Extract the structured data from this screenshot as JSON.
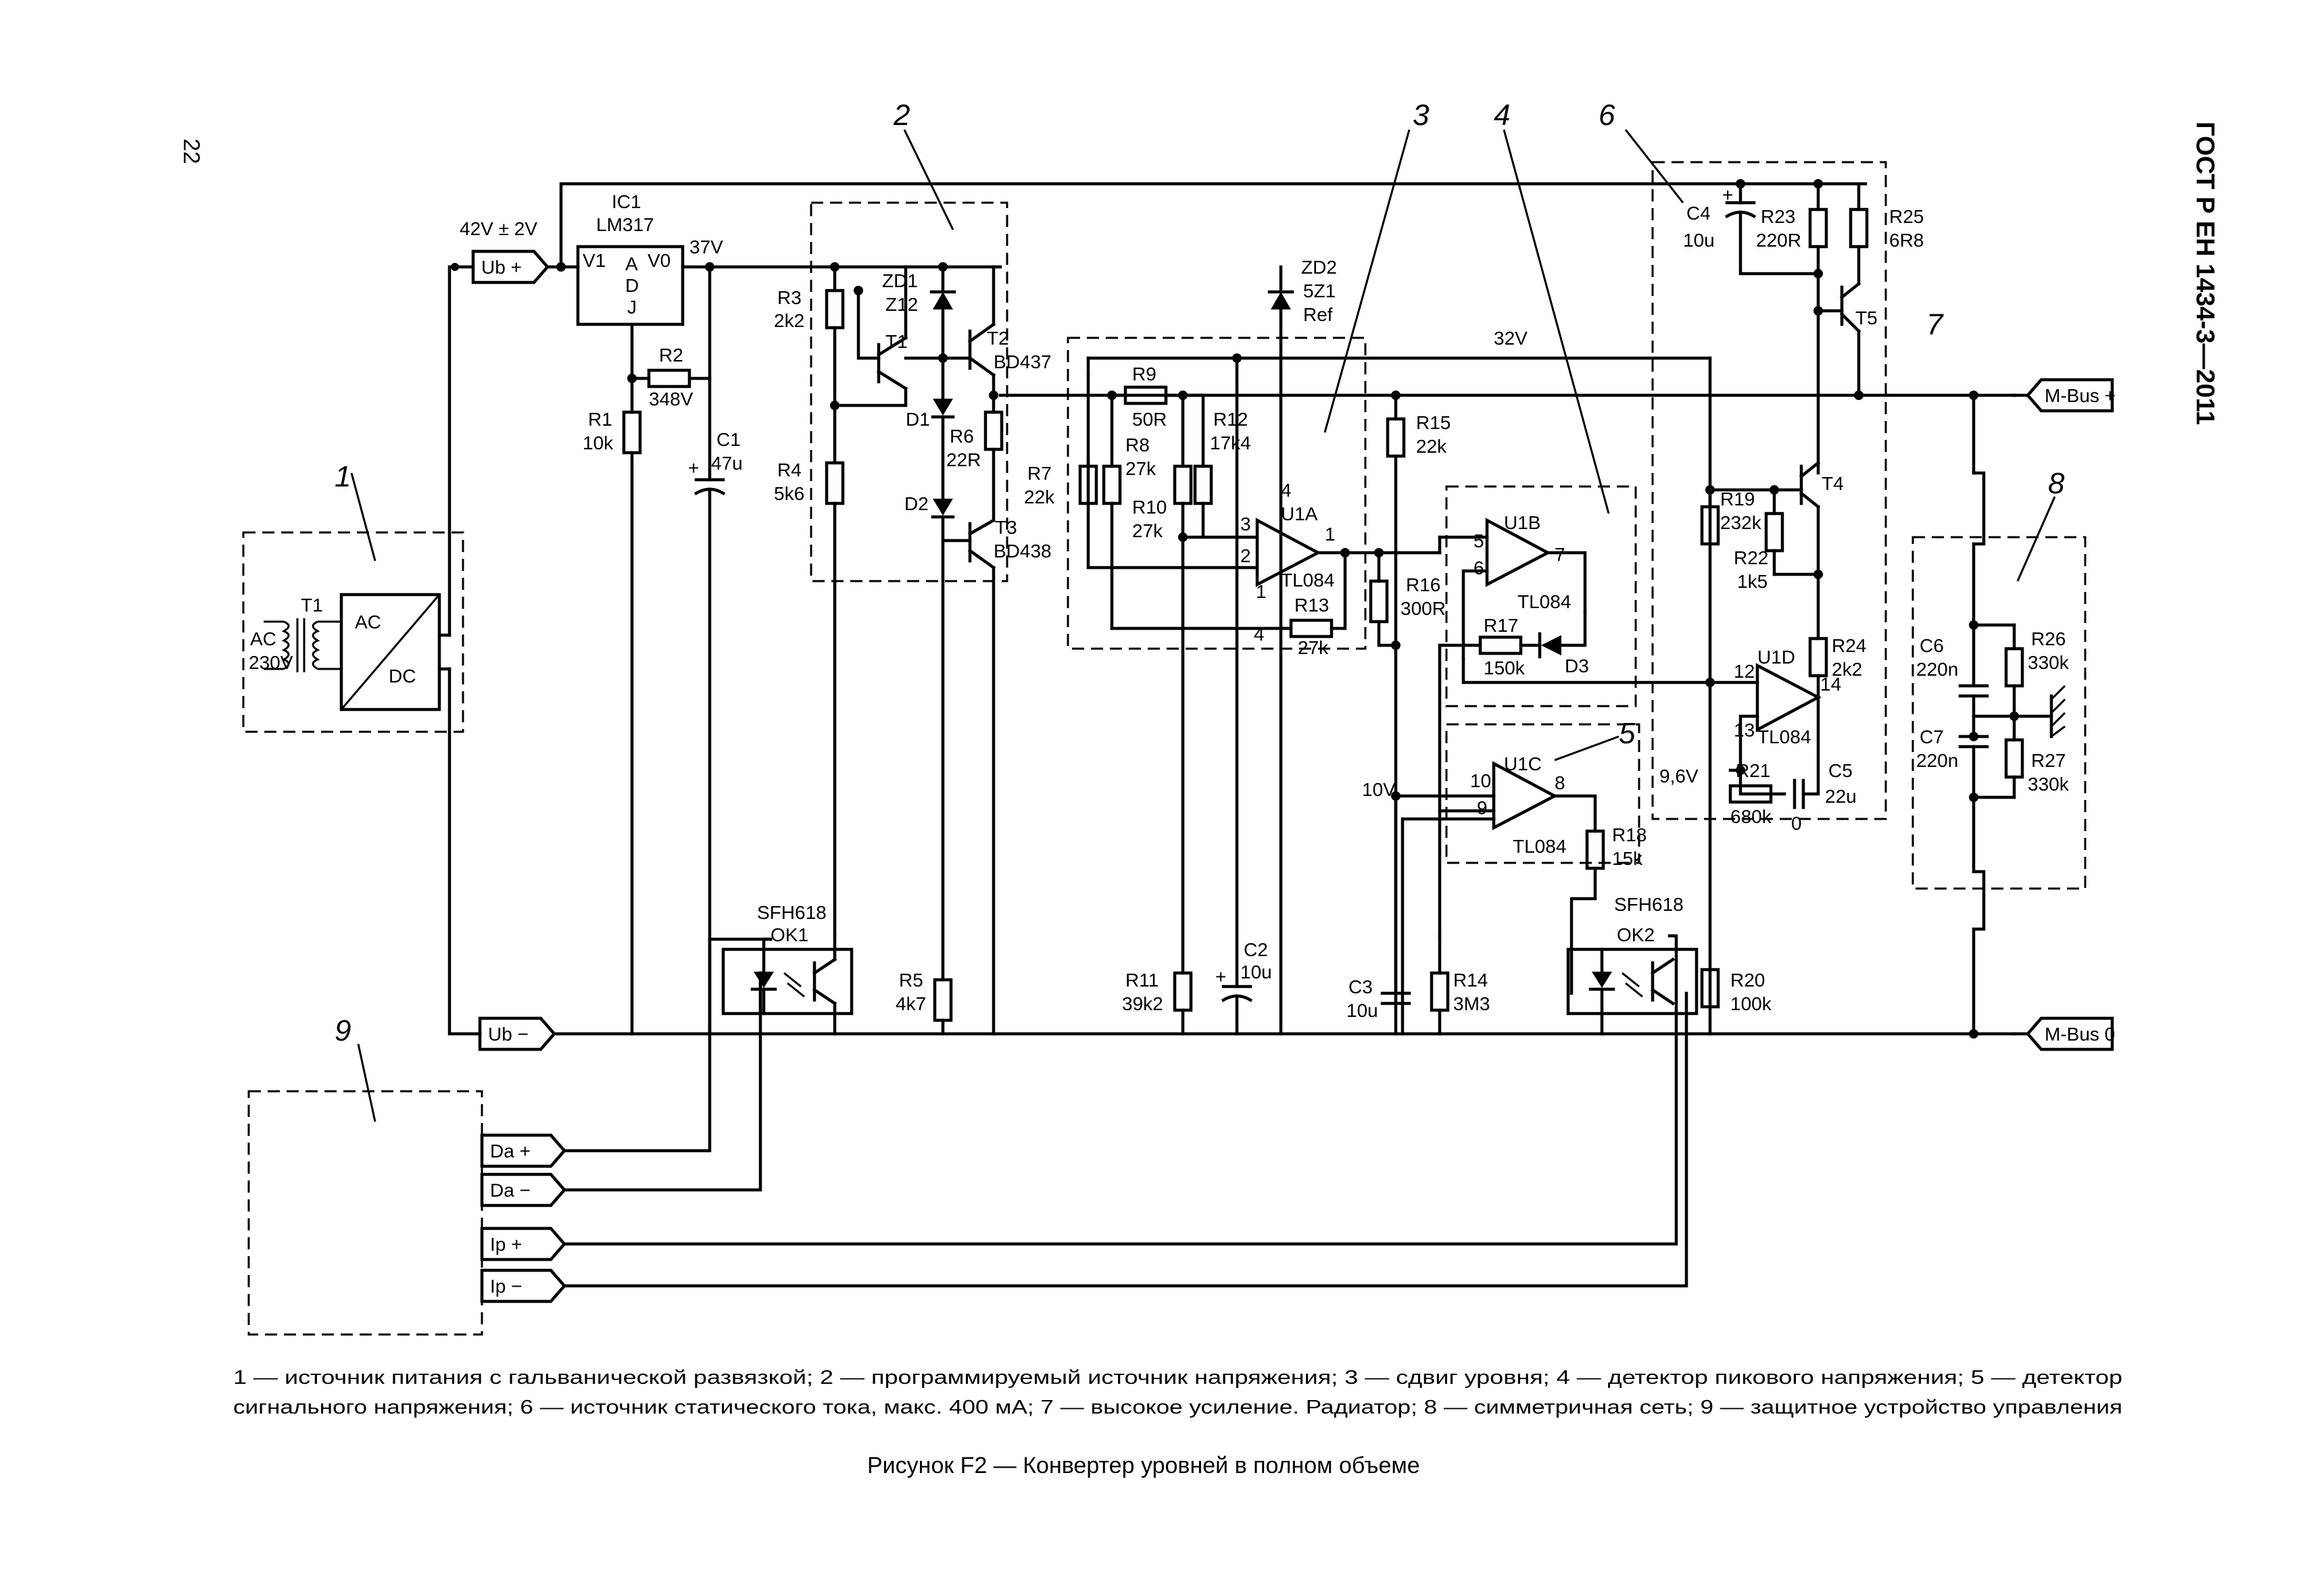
{
  "page": {
    "page_number": "22",
    "standard": "ГОСТ Р ЕН 1434-3—2011",
    "legend_line1": "1 — источник питания с гальванической развязкой; 2 — программируемый источник напряжения; 3 — сдвиг уровня; 4 — детектор пикового напряжения; 5 — детектор",
    "legend_line2": "сигнального напряжения; 6 — источник статического тока, макс. 400 мА; 7 — высокое усиление. Радиатор; 8 — симметричная сеть; 9 — защитное устройство управления",
    "figure_caption": "Рисунок F2 — Конвертер уровней в полном объеме"
  },
  "block_numbers": [
    "1",
    "2",
    "3",
    "4",
    "5",
    "6",
    "7",
    "8",
    "9"
  ],
  "net_labels": {
    "v42": "42V ± 2V",
    "v37": "37V",
    "v32": "32V",
    "v10": "10V",
    "v9_6": "9,6V"
  },
  "ports": {
    "ub_plus": "Ub +",
    "ub_minus": "Ub −",
    "mbus_plus": "M-Bus +",
    "mbus_0": "M-Bus 0",
    "da_plus": "Da +",
    "da_minus": "Da −",
    "ip_plus": "Ip +",
    "ip_minus": "Ip −"
  },
  "components": {
    "t1": {
      "ref": "T1",
      "type": "AC",
      "value": "230V"
    },
    "acdc": {
      "ac": "AC",
      "dc": "DC"
    },
    "ic1": {
      "ref": "IC1",
      "part": "LM317",
      "pin_in": "V1",
      "pin_out": "V0",
      "adj": [
        "A",
        "D",
        "J"
      ]
    },
    "r1": {
      "ref": "R1",
      "value": "10k"
    },
    "r2": {
      "ref": "R2",
      "value": "348V"
    },
    "c1": {
      "ref": "C1",
      "value": "47u"
    },
    "r3": {
      "ref": "R3",
      "value": "2k2"
    },
    "r4": {
      "ref": "R4",
      "value": "5k6"
    },
    "r5": {
      "ref": "R5",
      "value": "4k7"
    },
    "r6": {
      "ref": "R6",
      "value": "22R"
    },
    "zd1": {
      "ref": "ZD1",
      "value": "Z12"
    },
    "zd2": {
      "ref": "ZD2",
      "value": "5Z1",
      "note": "Ref"
    },
    "d1": {
      "ref": "D1"
    },
    "d2": {
      "ref": "D2"
    },
    "d3": {
      "ref": "D3"
    },
    "tr1": {
      "ref": "T1"
    },
    "tr2": {
      "ref": "T2",
      "part": "BD437"
    },
    "tr3": {
      "ref": "T3",
      "part": "BD438"
    },
    "tr4": {
      "ref": "T4"
    },
    "tr5": {
      "ref": "T5"
    },
    "r7": {
      "ref": "R7",
      "value": "22k"
    },
    "r8": {
      "ref": "R8",
      "value": "27k"
    },
    "r9": {
      "ref": "R9",
      "value": "50R"
    },
    "r10": {
      "ref": "R10",
      "value": "27k"
    },
    "r11": {
      "ref": "R11",
      "value": "39k2"
    },
    "r12": {
      "ref": "R12",
      "value": "17k4"
    },
    "r13": {
      "ref": "R13",
      "value": "27k"
    },
    "r14": {
      "ref": "R14",
      "value": "3M3"
    },
    "r15": {
      "ref": "R15",
      "value": "22k"
    },
    "r16": {
      "ref": "R16",
      "value": "300R"
    },
    "r17": {
      "ref": "R17",
      "value": "150k"
    },
    "r18": {
      "ref": "R18",
      "value": "15k"
    },
    "r19": {
      "ref": "R19",
      "value": "232k"
    },
    "r20": {
      "ref": "R20",
      "value": "100k"
    },
    "r21": {
      "ref": "R21",
      "value": "680k"
    },
    "r22": {
      "ref": "R22",
      "value": "1k5"
    },
    "r23": {
      "ref": "R23",
      "value": "220R"
    },
    "r24": {
      "ref": "R24",
      "value": "2k2"
    },
    "r25": {
      "ref": "R25",
      "value": "6R8"
    },
    "r26": {
      "ref": "R26",
      "value": "330k"
    },
    "r27": {
      "ref": "R27",
      "value": "330k"
    },
    "c2": {
      "ref": "C2",
      "value": "10u"
    },
    "c3": {
      "ref": "C3",
      "value": "10u"
    },
    "c4": {
      "ref": "C4",
      "value": "10u"
    },
    "c5": {
      "ref": "C5",
      "value": "22u"
    },
    "c5_zero": "0",
    "c6": {
      "ref": "C6",
      "value": "220n"
    },
    "c7": {
      "ref": "C7",
      "value": "220n"
    },
    "u1a": {
      "ref": "U1A",
      "part": "TL084"
    },
    "u1b": {
      "ref": "U1B",
      "part": "TL084"
    },
    "u1c": {
      "ref": "U1C",
      "part": "TL084"
    },
    "u1d": {
      "ref": "U1D",
      "part": "TL084"
    },
    "ok1": {
      "ref": "OK1",
      "part": "SFH618"
    },
    "ok2": {
      "ref": "OK2",
      "part": "SFH618"
    }
  },
  "pins": [
    "1",
    "2",
    "3",
    "4",
    "4",
    "5",
    "6",
    "7",
    "8",
    "9",
    "10",
    "12",
    "13",
    "14"
  ]
}
